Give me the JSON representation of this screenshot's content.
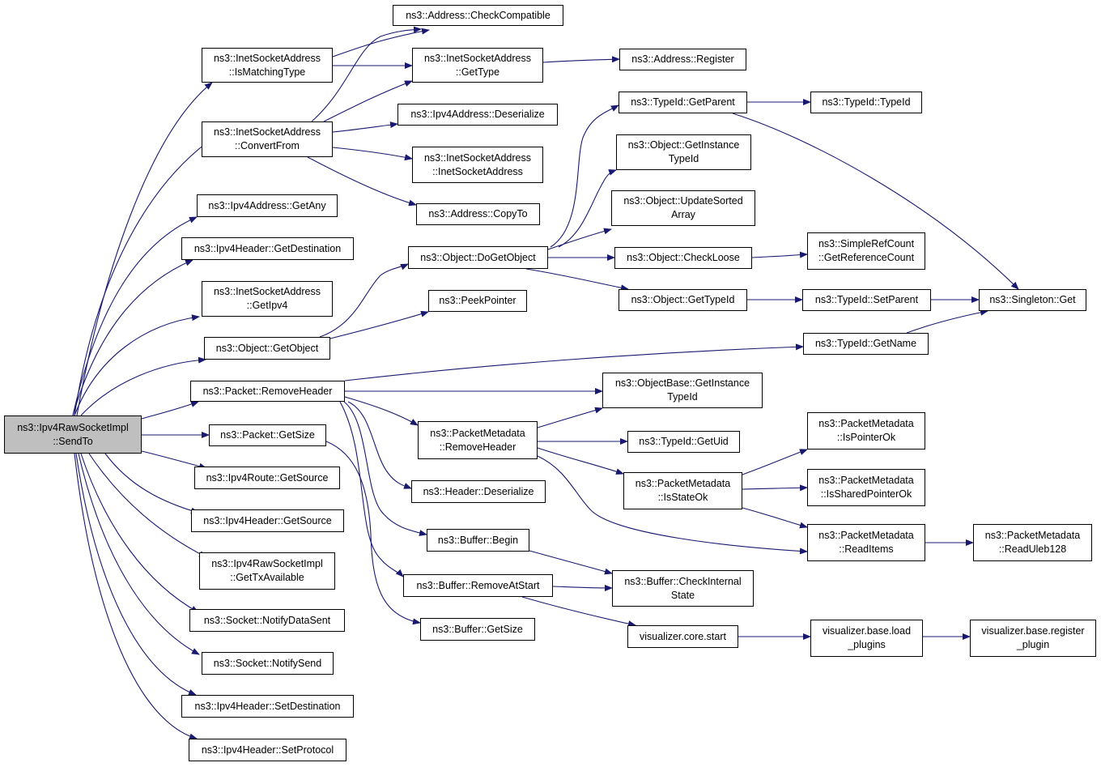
{
  "root": {
    "line1": "ns3::Ipv4RawSocketImpl",
    "line2": "::SendTo"
  },
  "nodes": {
    "checkCompatible": {
      "line1": "ns3::Address::CheckCompatible"
    },
    "isMatchingType": {
      "line1": "ns3::InetSocketAddress",
      "line2": "::IsMatchingType"
    },
    "inetGetType": {
      "line1": "ns3::InetSocketAddress",
      "line2": "::GetType"
    },
    "addrRegister": {
      "line1": "ns3::Address::Register"
    },
    "convertFrom": {
      "line1": "ns3::InetSocketAddress",
      "line2": "::ConvertFrom"
    },
    "ipv4Deserialize": {
      "line1": "ns3::Ipv4Address::Deserialize"
    },
    "inetCtor": {
      "line1": "ns3::InetSocketAddress",
      "line2": "::InetSocketAddress"
    },
    "copyTo": {
      "line1": "ns3::Address::CopyTo"
    },
    "getAny": {
      "line1": "ns3::Ipv4Address::GetAny"
    },
    "hdrGetDestination": {
      "line1": "ns3::Ipv4Header::GetDestination"
    },
    "inetGetIpv4": {
      "line1": "ns3::InetSocketAddress",
      "line2": "::GetIpv4"
    },
    "getObject": {
      "line1": "ns3::Object::GetObject"
    },
    "doGetObject": {
      "line1": "ns3::Object::DoGetObject"
    },
    "peekPointer": {
      "line1": "ns3::PeekPointer"
    },
    "typeIdGetParent": {
      "line1": "ns3::TypeId::GetParent"
    },
    "typeIdCtor": {
      "line1": "ns3::TypeId::TypeId"
    },
    "objGetInstanceTypeId": {
      "line1": "ns3::Object::GetInstance",
      "line2": "TypeId"
    },
    "updateSortedArray": {
      "line1": "ns3::Object::UpdateSorted",
      "line2": "Array"
    },
    "checkLoose": {
      "line1": "ns3::Object::CheckLoose"
    },
    "getReferenceCount": {
      "line1": "ns3::SimpleRefCount",
      "line2": "::GetReferenceCount"
    },
    "objGetTypeId": {
      "line1": "ns3::Object::GetTypeId"
    },
    "typeIdSetParent": {
      "line1": "ns3::TypeId::SetParent"
    },
    "singletonGet": {
      "line1": "ns3::Singleton::Get"
    },
    "typeIdGetName": {
      "line1": "ns3::TypeId::GetName"
    },
    "pktRemoveHeader": {
      "line1": "ns3::Packet::RemoveHeader"
    },
    "objBaseGetInstanceTypeId": {
      "line1": "ns3::ObjectBase::GetInstance",
      "line2": "TypeId"
    },
    "pmRemoveHeader": {
      "line1": "ns3::PacketMetadata",
      "line2": "::RemoveHeader"
    },
    "typeIdGetUid": {
      "line1": "ns3::TypeId::GetUid"
    },
    "pmIsPointerOk": {
      "line1": "ns3::PacketMetadata",
      "line2": "::IsPointerOk"
    },
    "pmIsStateOk": {
      "line1": "ns3::PacketMetadata",
      "line2": "::IsStateOk"
    },
    "pmIsSharedPointerOk": {
      "line1": "ns3::PacketMetadata",
      "line2": "::IsSharedPointerOk"
    },
    "pktGetSize": {
      "line1": "ns3::Packet::GetSize"
    },
    "routeGetSource": {
      "line1": "ns3::Ipv4Route::GetSource"
    },
    "headerDeserialize": {
      "line1": "ns3::Header::Deserialize"
    },
    "hdrGetSource": {
      "line1": "ns3::Ipv4Header::GetSource"
    },
    "bufBegin": {
      "line1": "ns3::Buffer::Begin"
    },
    "pmReadItems": {
      "line1": "ns3::PacketMetadata",
      "line2": "::ReadItems"
    },
    "pmReadUleb128": {
      "line1": "ns3::PacketMetadata",
      "line2": "::ReadUleb128"
    },
    "getTxAvailable": {
      "line1": "ns3::Ipv4RawSocketImpl",
      "line2": "::GetTxAvailable"
    },
    "bufRemoveAtStart": {
      "line1": "ns3::Buffer::RemoveAtStart"
    },
    "bufCheckInternalState": {
      "line1": "ns3::Buffer::CheckInternal",
      "line2": "State"
    },
    "notifyDataSent": {
      "line1": "ns3::Socket::NotifyDataSent"
    },
    "bufGetSize": {
      "line1": "ns3::Buffer::GetSize"
    },
    "vizCoreStart": {
      "line1": "visualizer.core.start"
    },
    "vizLoadPlugins": {
      "line1": "visualizer.base.load",
      "line2": "_plugins"
    },
    "vizRegisterPlugin": {
      "line1": "visualizer.base.register",
      "line2": "_plugin"
    },
    "notifySend": {
      "line1": "ns3::Socket::NotifySend"
    },
    "hdrSetDestination": {
      "line1": "ns3::Ipv4Header::SetDestination"
    },
    "hdrSetProtocol": {
      "line1": "ns3::Ipv4Header::SetProtocol"
    }
  },
  "colors": {
    "edge": "#191970",
    "node_border": "#000000",
    "root_fill": "#bfbfbf",
    "node_fill": "#ffffff"
  }
}
